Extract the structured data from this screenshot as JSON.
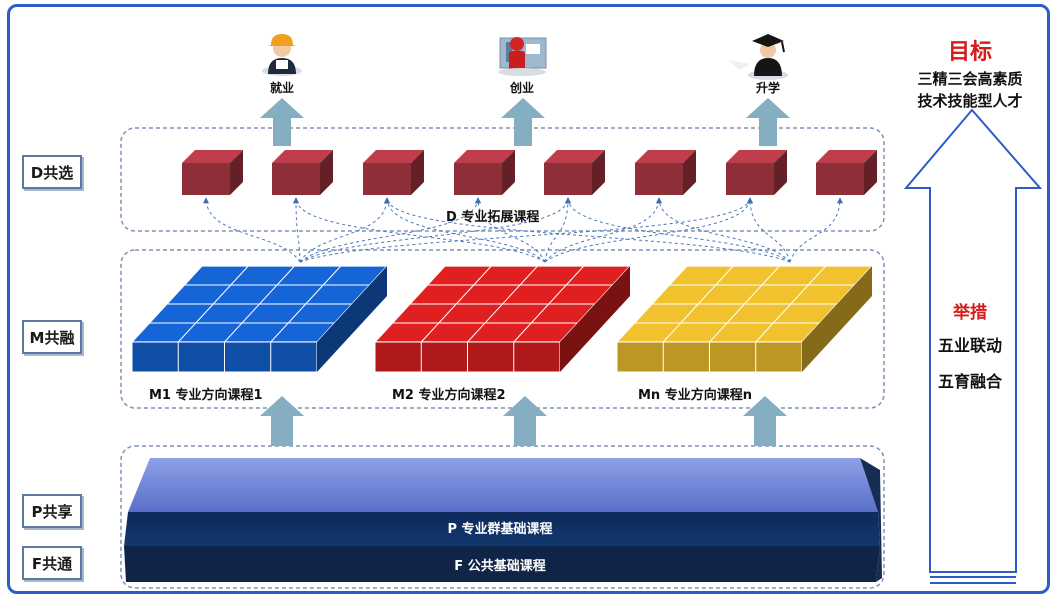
{
  "side_labels": {
    "d": "D共选",
    "m": "M共融",
    "p": "P共享",
    "f": "F共通"
  },
  "outcomes": {
    "employment": "就业",
    "entrepreneurship": "创业",
    "further_study": "升学"
  },
  "goal": {
    "title": "目标",
    "line1": "三精三会高素质",
    "line2": "技术技能型人才"
  },
  "measures": {
    "title": "举措",
    "item1": "五业联动",
    "item2": "五育融合"
  },
  "courses": {
    "d_layer": "D 专业拓展课程",
    "m1": "M1 专业方向课程1",
    "m2": "M2 专业方向课程2",
    "mn": "Mn 专业方向课程n",
    "p_layer": "P 专业群基础课程",
    "f_layer": "F 公共基础课程"
  },
  "colors": {
    "frame": "#2d5cc8",
    "accent_red": "#d71a1a",
    "module_blue": "#1565d8",
    "module_red": "#e02020",
    "module_yellow": "#f2c12e",
    "cube": "#8e2e38",
    "arrow": "#86aec2",
    "base_top": "#6f86d8",
    "base_dark": "#0f2a56"
  },
  "icons": [
    "worker-hardhat-icon",
    "entrepreneur-icon",
    "graduate-cap-icon"
  ]
}
